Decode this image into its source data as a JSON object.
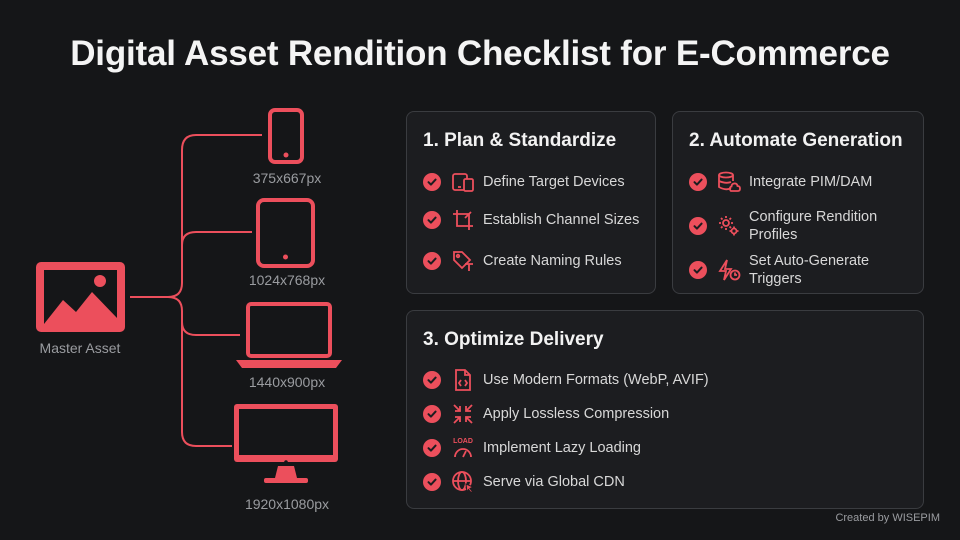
{
  "title": "Digital Asset Rendition Checklist for E-Commerce",
  "accent": "#ec4f5c",
  "master": {
    "label": "Master Asset",
    "icon": "image-icon"
  },
  "renditions": [
    {
      "label": "375x667px",
      "icon": "smartphone-icon"
    },
    {
      "label": "1024x768px",
      "icon": "tablet-icon"
    },
    {
      "label": "1440x900px",
      "icon": "laptop-icon"
    },
    {
      "label": "1920x1080px",
      "icon": "monitor-icon"
    }
  ],
  "cards": [
    {
      "title": "1. Plan & Standardize",
      "items": [
        {
          "text": "Define Target Devices",
          "icon": "devices-icon"
        },
        {
          "text": "Establish Channel Sizes",
          "icon": "crop-icon"
        },
        {
          "text": "Create Naming Rules",
          "icon": "tag-text-icon"
        }
      ]
    },
    {
      "title": "2. Automate Generation",
      "items": [
        {
          "text": "Integrate PIM/DAM",
          "icon": "database-cloud-icon"
        },
        {
          "text": "Configure Rendition Profiles",
          "icon": "gears-icon"
        },
        {
          "text": "Set Auto-Generate Triggers",
          "icon": "bolt-clock-icon"
        }
      ]
    },
    {
      "title": "3. Optimize Delivery",
      "items": [
        {
          "text": "Use Modern Formats (WebP, AVIF)",
          "icon": "code-file-icon"
        },
        {
          "text": "Apply Lossless Compression",
          "icon": "compress-icon"
        },
        {
          "text": "Implement Lazy Loading",
          "icon": "load-gauge-icon",
          "icon_text": "LOAD"
        },
        {
          "text": "Serve via Global CDN",
          "icon": "globe-cursor-icon"
        }
      ]
    }
  ],
  "credit": "Created by WISEPIM"
}
